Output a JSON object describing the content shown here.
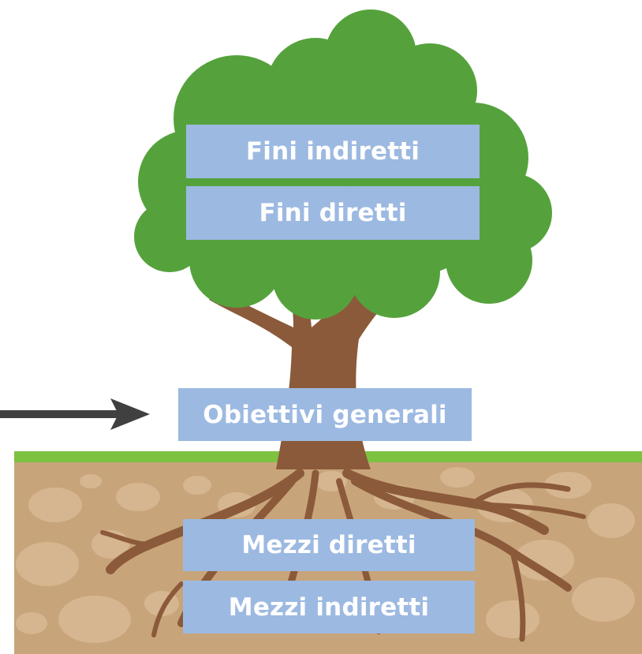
{
  "colors": {
    "foliage": "#55a23c",
    "foliage_dark": "#4c9335",
    "trunk": "#8b5a3a",
    "soil": "#c8a47a",
    "soil_stone": "#d6b690",
    "grass": "#7ec242",
    "label_box": "#9cb9e1",
    "label_text": "#ffffff",
    "arrow": "#404040"
  },
  "labels": {
    "fini_indiretti": "Fini indiretti",
    "fini_diretti": "Fini diretti",
    "obiettivi_generali": "Obiettivi generali",
    "mezzi_diretti": "Mezzi diretti",
    "mezzi_indiretti": "Mezzi indiretti"
  },
  "icons": {
    "tree": "tree-illustration",
    "arrow": "right-arrow-icon"
  }
}
